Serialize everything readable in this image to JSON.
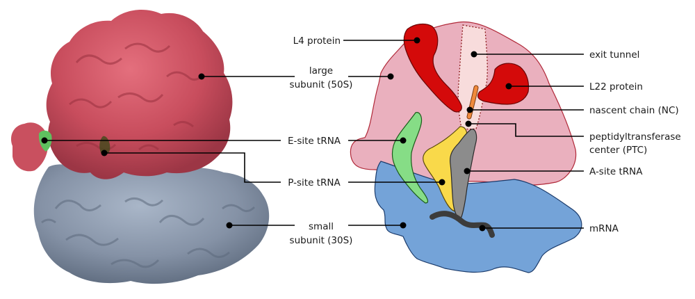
{
  "labels": {
    "large_subunit": [
      "large",
      "subunit (50S)"
    ],
    "e_site": "E-site tRNA",
    "p_site": "P-site tRNA",
    "small_subunit": [
      "small",
      "subunit (30S)"
    ],
    "l4": "L4 protein",
    "exit_tunnel": "exit tunnel",
    "l22": "L22 protein",
    "nascent_chain": "nascent chain (NC)",
    "ptc": [
      "peptidyltransferase",
      "center (PTC)"
    ],
    "a_site": "A-site tRNA",
    "mrna": "mRNA"
  },
  "colors": {
    "large_subunit_render": "#c9505f",
    "small_subunit_render": "#8492a6",
    "large_subunit_schematic": "#eab0be",
    "small_subunit_schematic": "#74a3d8",
    "l4_l22": "#d40a0a",
    "exit_tunnel": "#f8dcdc",
    "nascent_chain": "#f08a3c",
    "e_site": "#86dd86",
    "p_site": "#f9d94a",
    "a_site": "#8c8c8c",
    "mrna": "#3c3c3c"
  }
}
